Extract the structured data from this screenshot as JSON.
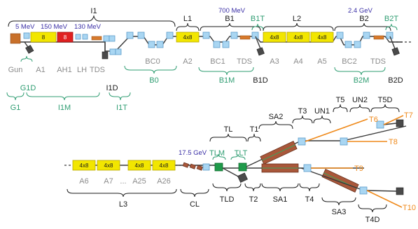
{
  "energies": {
    "e1": "5 MeV",
    "e2": "150 MeV",
    "e3": "130 MeV",
    "e4": "700 MeV",
    "e5": "2.4 GeV",
    "e6": "17.5 GeV"
  },
  "top_braces": {
    "i1": "I1",
    "l1": "L1",
    "b1": "B1",
    "l2": "L2",
    "b2": "B2",
    "b1t": "B1T",
    "b2t": "B2T"
  },
  "components": {
    "gun": "Gun",
    "a1": "A1",
    "ah1": "AH1",
    "lh": "LH",
    "tds1": "TDS",
    "bc0": "BC0",
    "a2": "A2",
    "bc1": "BC1",
    "tds2": "TDS",
    "a3": "A3",
    "a4": "A4",
    "a5": "A5",
    "bc2": "BC2",
    "tds3": "TDS",
    "a6": "A6",
    "a7": "A7",
    "dots": "...",
    "a25": "A25",
    "a26": "A26"
  },
  "module_labels": {
    "a1": "8",
    "ah1": "8",
    "x48": "4x8"
  },
  "sections": {
    "g1d": "G1D",
    "g1": "G1",
    "i1m": "I1M",
    "i1d": "I1D",
    "i1t": "I1T",
    "b0": "B0",
    "b1m": "B1M",
    "b1d": "B1D",
    "b2m": "B2M",
    "b2d": "B2D",
    "l3": "L3",
    "cl": "CL",
    "tl": "TL",
    "tlm": "TLM",
    "tlt": "TLT",
    "tld": "TLD",
    "t1": "T1",
    "t2": "T2",
    "sa1": "SA1",
    "sa2": "SA2",
    "t3": "T3",
    "un1": "UN1",
    "t4": "T4",
    "sa3": "SA3",
    "t5": "T5",
    "un2": "UN2",
    "t5d": "T5D",
    "t4d": "T4D"
  },
  "targets": {
    "t6": "T6",
    "t7": "T7",
    "t8": "T8",
    "t9": "T9",
    "t10": "T10"
  },
  "colors": {
    "text": "#1a1a1a",
    "gray": "#8c8c8c",
    "green": "#2f9d72",
    "blue": "#3a2fa6",
    "orange": "#ef8a1c",
    "quadrupole": "#a9d6f2",
    "cavity_module": "#f2e600",
    "harmonic_module": "#e02020",
    "undulator": "#a9573a",
    "dump": "#4a4a4a"
  }
}
